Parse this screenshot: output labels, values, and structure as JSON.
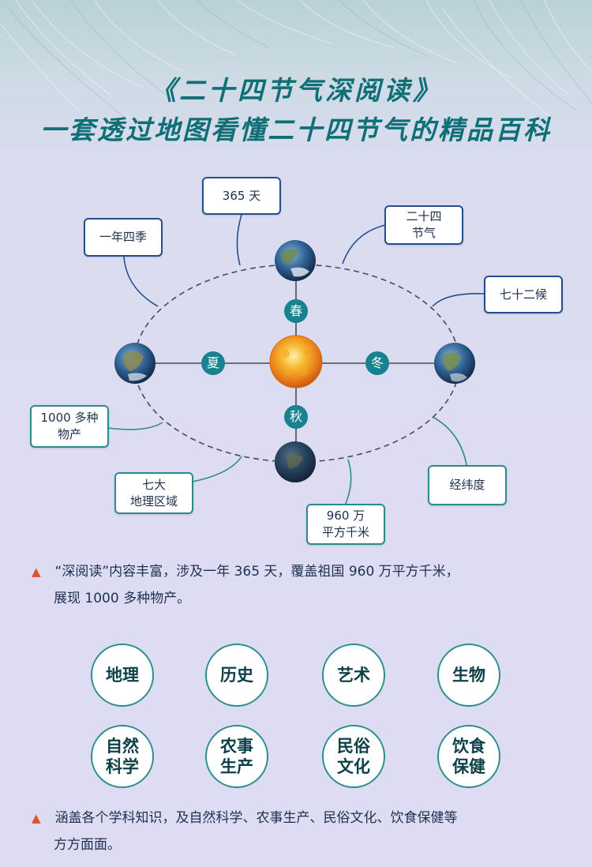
{
  "title": {
    "line1": "《二十四节气深阅读》",
    "line2": "一套透过地图看懂二十四节气的精品百科"
  },
  "diagram": {
    "labels": {
      "days": "365 天",
      "seasons": "一年四季",
      "solar_terms": "二十四\n节气",
      "pentads": "七十二候",
      "products": "1000 多种\n物产",
      "regions": "七大\n地理区域",
      "area": "960 万\n平方千米",
      "coordinates": "经纬度"
    },
    "season_marks": {
      "spring": "春",
      "summer": "夏",
      "autumn": "秋",
      "winter": "冬"
    }
  },
  "note1": {
    "line1": "“深阅读”内容丰富，涉及一年 365 天，覆盖祖国 960 万平方千米，",
    "line2": "展现 1000 多种物产。"
  },
  "subjects": [
    "地理",
    "历史",
    "艺术",
    "生物",
    "自然\n科学",
    "农事\n生产",
    "民俗\n文化",
    "饮食\n保健"
  ],
  "note2": {
    "line1": "涵盖各个学科知识，及自然科学、农事生产、民俗文化、饮食保健等",
    "line2": "方方面面。"
  },
  "colors": {
    "title": "#0f6f76",
    "season_badge": "#188290",
    "label_border": "#244f8c",
    "bullet": "#e0502a",
    "sun": "#f29a1f"
  },
  "icons": {
    "earth": "earth-globe-icon",
    "sun": "sun-icon",
    "bullet": "triangle-bullet-icon"
  }
}
